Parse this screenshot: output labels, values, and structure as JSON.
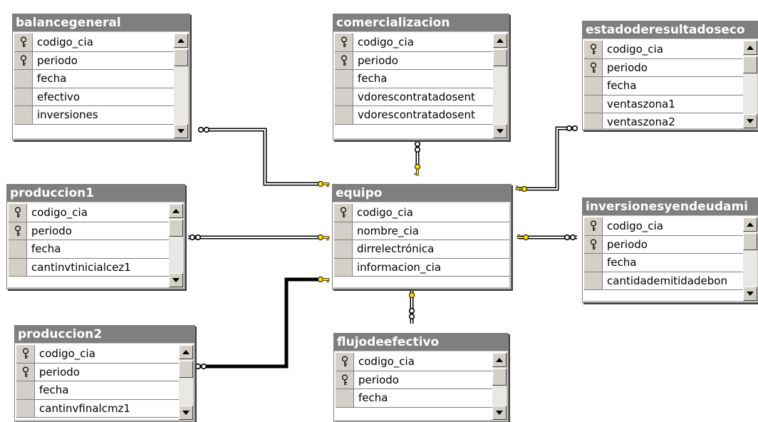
{
  "colors": {
    "title_bg": "#7f7f7f",
    "title_fg": "#ffffff",
    "key": "#ffd700"
  },
  "tables": {
    "balancegeneral": {
      "title": "balancegeneral",
      "fields": [
        {
          "name": "codigo_cia",
          "key": true
        },
        {
          "name": "periodo",
          "key": true
        },
        {
          "name": "fecha",
          "key": false
        },
        {
          "name": "efectivo",
          "key": false
        },
        {
          "name": "inversiones",
          "key": false
        }
      ]
    },
    "comercializacion": {
      "title": "comercializacion",
      "fields": [
        {
          "name": "codigo_cia",
          "key": true
        },
        {
          "name": "periodo",
          "key": true
        },
        {
          "name": "fecha",
          "key": false
        },
        {
          "name": "vdorescontratadosent",
          "key": false
        },
        {
          "name": "vdorescontratadosent",
          "key": false
        }
      ]
    },
    "estadoderesultadoseco": {
      "title": "estadoderesultadoseco",
      "fields": [
        {
          "name": "codigo_cia",
          "key": true
        },
        {
          "name": "periodo",
          "key": true
        },
        {
          "name": "fecha",
          "key": false
        },
        {
          "name": "ventaszona1",
          "key": false
        },
        {
          "name": "ventaszona2",
          "key": false
        }
      ]
    },
    "produccion1": {
      "title": "produccion1",
      "fields": [
        {
          "name": "codigo_cia",
          "key": true
        },
        {
          "name": "periodo",
          "key": true
        },
        {
          "name": "fecha",
          "key": false
        },
        {
          "name": "cantinvtinicialcez1",
          "key": false
        }
      ]
    },
    "equipo": {
      "title": "equipo",
      "fields": [
        {
          "name": "codigo_cia",
          "key": true
        },
        {
          "name": "nombre_cia",
          "key": false
        },
        {
          "name": "dirrelectrónica",
          "key": false
        },
        {
          "name": "informacion_cia",
          "key": false
        }
      ]
    },
    "inversionesyendeudami": {
      "title": "inversionesyendeudami",
      "fields": [
        {
          "name": "codigo_cia",
          "key": true
        },
        {
          "name": "periodo",
          "key": true
        },
        {
          "name": "fecha",
          "key": false
        },
        {
          "name": "cantidademitidadebon",
          "key": false
        }
      ]
    },
    "produccion2": {
      "title": "produccion2",
      "fields": [
        {
          "name": "codigo_cia",
          "key": true
        },
        {
          "name": "periodo",
          "key": true
        },
        {
          "name": "fecha",
          "key": false
        },
        {
          "name": "cantinvfinalcmz1",
          "key": false
        }
      ]
    },
    "flujodeefectivo": {
      "title": "flujodeefectivo",
      "fields": [
        {
          "name": "codigo_cia",
          "key": true
        },
        {
          "name": "periodo",
          "key": true
        },
        {
          "name": "fecha",
          "key": false
        }
      ]
    }
  }
}
